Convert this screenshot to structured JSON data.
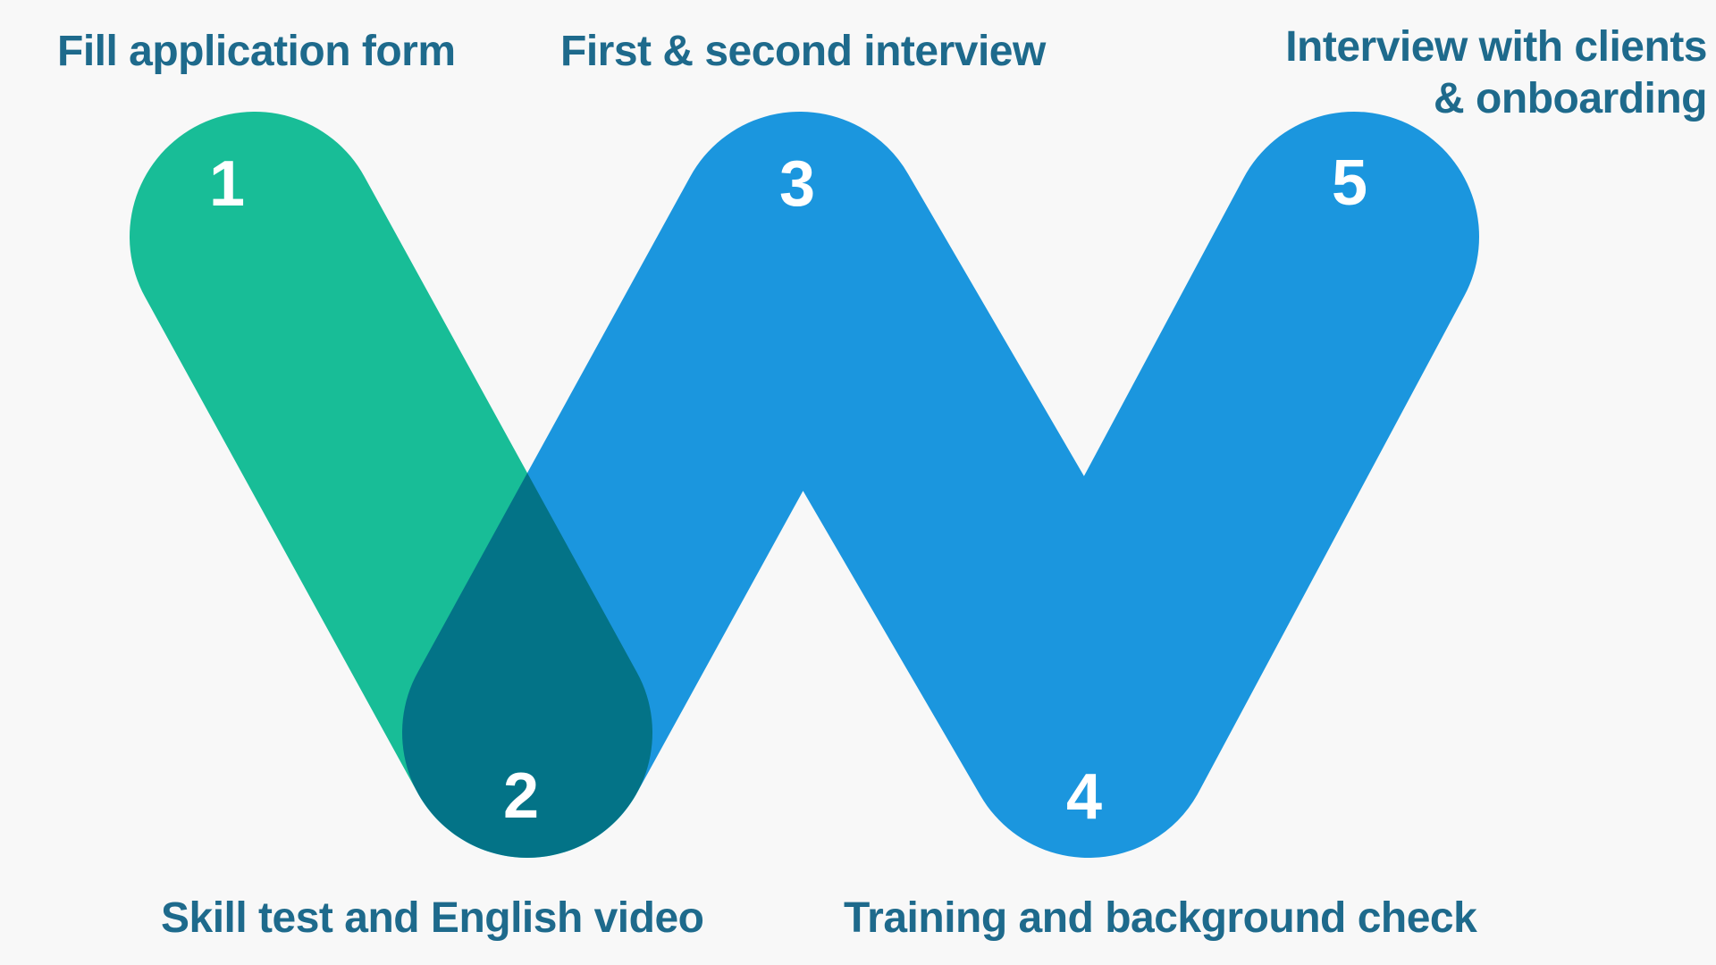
{
  "diagram": {
    "kind": "w-shaped process infographic",
    "step_count": 5
  },
  "steps": [
    {
      "number": "1",
      "label": "Fill application form",
      "node_color": "green",
      "position": "top-left"
    },
    {
      "number": "2",
      "label": "Skill test and English video",
      "node_color": "overlap",
      "position": "bottom-left-valley"
    },
    {
      "number": "3",
      "label": "First & second interview",
      "node_color": "blue",
      "position": "top-middle"
    },
    {
      "number": "4",
      "label": "Training and background check",
      "node_color": "blue",
      "position": "bottom-right-valley"
    },
    {
      "number": "5",
      "label": "Interview with clients & onboarding",
      "lines": [
        "Interview with clients",
        "& onboarding"
      ],
      "node_color": "blue",
      "position": "top-right"
    }
  ],
  "colors": {
    "green": "#18C39B",
    "blue": "#1B96DE",
    "overlap": "#007392",
    "background": "#F8F8F8",
    "label_text": "#1E6A8C",
    "number_text": "#FFFFFF"
  }
}
